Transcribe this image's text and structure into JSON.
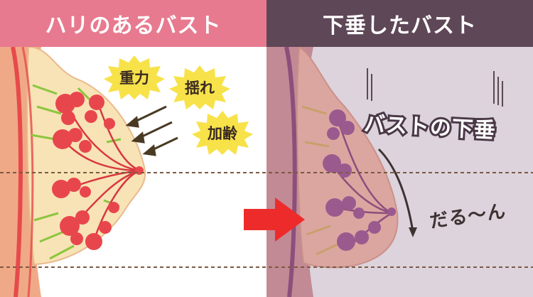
{
  "left_panel": {
    "title": "ハリのあるバスト",
    "header_color": "#e77a8f",
    "forces": [
      "重力",
      "揺れ",
      "加齢"
    ]
  },
  "right_panel": {
    "title": "下垂したバスト",
    "header_color": "#5e4757",
    "sagging_label": "バストの下垂",
    "droop_label": "だる〜ん"
  },
  "transition_arrow": {
    "icon": "right-arrow-icon",
    "color": "#ee2b2b"
  }
}
